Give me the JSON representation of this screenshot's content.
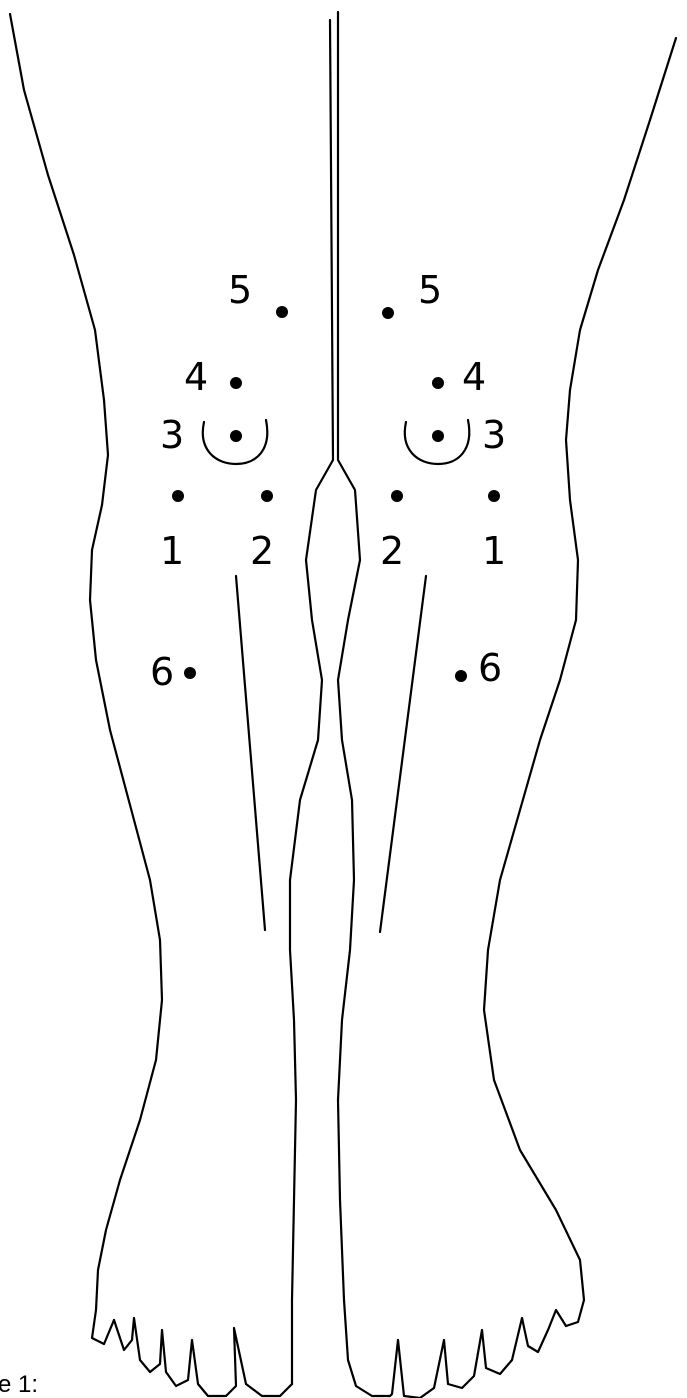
{
  "points": [
    {
      "id": "L1",
      "label": "1"
    },
    {
      "id": "L2",
      "label": "2"
    },
    {
      "id": "L3",
      "label": "3"
    },
    {
      "id": "L4",
      "label": "4"
    },
    {
      "id": "L5",
      "label": "5"
    },
    {
      "id": "L6",
      "label": "6"
    },
    {
      "id": "R1",
      "label": "1"
    },
    {
      "id": "R2",
      "label": "2"
    },
    {
      "id": "R3",
      "label": "3"
    },
    {
      "id": "R4",
      "label": "4"
    },
    {
      "id": "R5",
      "label": "5"
    },
    {
      "id": "R6",
      "label": "6"
    }
  ],
  "caption": "e 1:"
}
